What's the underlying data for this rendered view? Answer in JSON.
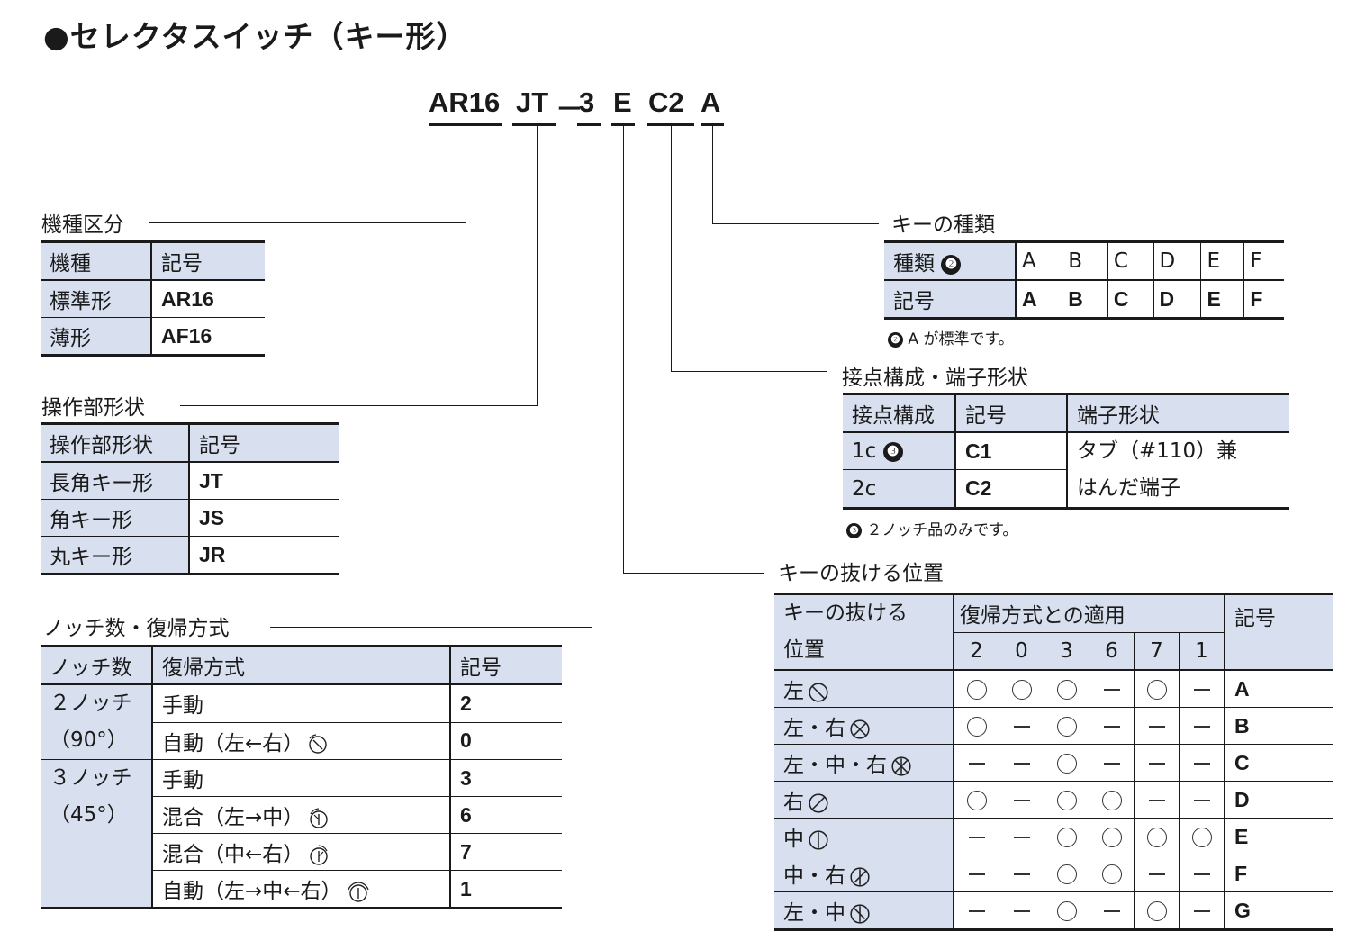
{
  "title": "●セレクタスイッチ（キー形）",
  "model_code": {
    "parts": [
      "AR16",
      "JT",
      "－",
      "3",
      "E",
      "C2",
      "A"
    ]
  },
  "type_section": {
    "label": "機種区分",
    "headers": [
      "機種",
      "記号"
    ],
    "rows": [
      [
        "標準形",
        "AR16"
      ],
      [
        "薄形",
        "AF16"
      ]
    ]
  },
  "operator_section": {
    "label": "操作部形状",
    "headers": [
      "操作部形状",
      "記号"
    ],
    "rows": [
      [
        "長角キー形",
        "JT"
      ],
      [
        "角キー形",
        "JS"
      ],
      [
        "丸キー形",
        "JR"
      ]
    ]
  },
  "notch_section": {
    "label": "ノッチ数・復帰方式",
    "headers": [
      "ノッチ数",
      "復帰方式",
      "記号"
    ],
    "groups": [
      {
        "notch": "２ノッチ",
        "angle": "（90°）",
        "rows": [
          {
            "method": "手動",
            "code": "2"
          },
          {
            "method": "自動（左←右）",
            "code": "0"
          }
        ]
      },
      {
        "notch": "３ノッチ",
        "angle": "（45°）",
        "rows": [
          {
            "method": "手動",
            "code": "3"
          },
          {
            "method": "混合（左→中）",
            "code": "6"
          },
          {
            "method": "混合（中←右）",
            "code": "7"
          },
          {
            "method": "自動（左→中←右）",
            "code": "1"
          }
        ]
      }
    ]
  },
  "key_type_section": {
    "label": "キーの種類",
    "row1_header": "種類",
    "row2_header": "記号",
    "note_marker": "❷",
    "types": [
      "A",
      "B",
      "C",
      "D",
      "E",
      "F"
    ],
    "codes": [
      "A",
      "B",
      "C",
      "D",
      "E",
      "F"
    ],
    "note": "A が標準です。"
  },
  "contact_section": {
    "label": "接点構成・端子形状",
    "headers": [
      "接点構成",
      "記号",
      "端子形状"
    ],
    "rows": [
      {
        "contact": "1c",
        "code": "C1"
      },
      {
        "contact": "2c",
        "code": "C2"
      }
    ],
    "terminal": [
      "タブ（#110）兼",
      "はんだ端子"
    ],
    "note_marker": "❸",
    "note": "２ノッチ品のみです。"
  },
  "key_remove_section": {
    "label": "キーの抜ける位置",
    "header_pos": [
      "キーの抜ける",
      "位置"
    ],
    "header_apply": "復帰方式との適用",
    "header_code": "記号",
    "methods": [
      "2",
      "0",
      "3",
      "6",
      "7",
      "1"
    ],
    "rows": [
      {
        "pos": "左",
        "marks": [
          "o",
          "o",
          "o",
          "-",
          "o",
          "-"
        ],
        "code": "A"
      },
      {
        "pos": "左・右",
        "marks": [
          "o",
          "-",
          "o",
          "-",
          "-",
          "-"
        ],
        "code": "B"
      },
      {
        "pos": "左・中・右",
        "marks": [
          "-",
          "-",
          "o",
          "-",
          "-",
          "-"
        ],
        "code": "C"
      },
      {
        "pos": "右",
        "marks": [
          "o",
          "-",
          "o",
          "o",
          "-",
          "-"
        ],
        "code": "D"
      },
      {
        "pos": "中",
        "marks": [
          "-",
          "-",
          "o",
          "o",
          "o",
          "o"
        ],
        "code": "E"
      },
      {
        "pos": "中・右",
        "marks": [
          "-",
          "-",
          "o",
          "o",
          "-",
          "-"
        ],
        "code": "F"
      },
      {
        "pos": "左・中",
        "marks": [
          "-",
          "-",
          "o",
          "-",
          "o",
          "-"
        ],
        "code": "G"
      }
    ]
  }
}
